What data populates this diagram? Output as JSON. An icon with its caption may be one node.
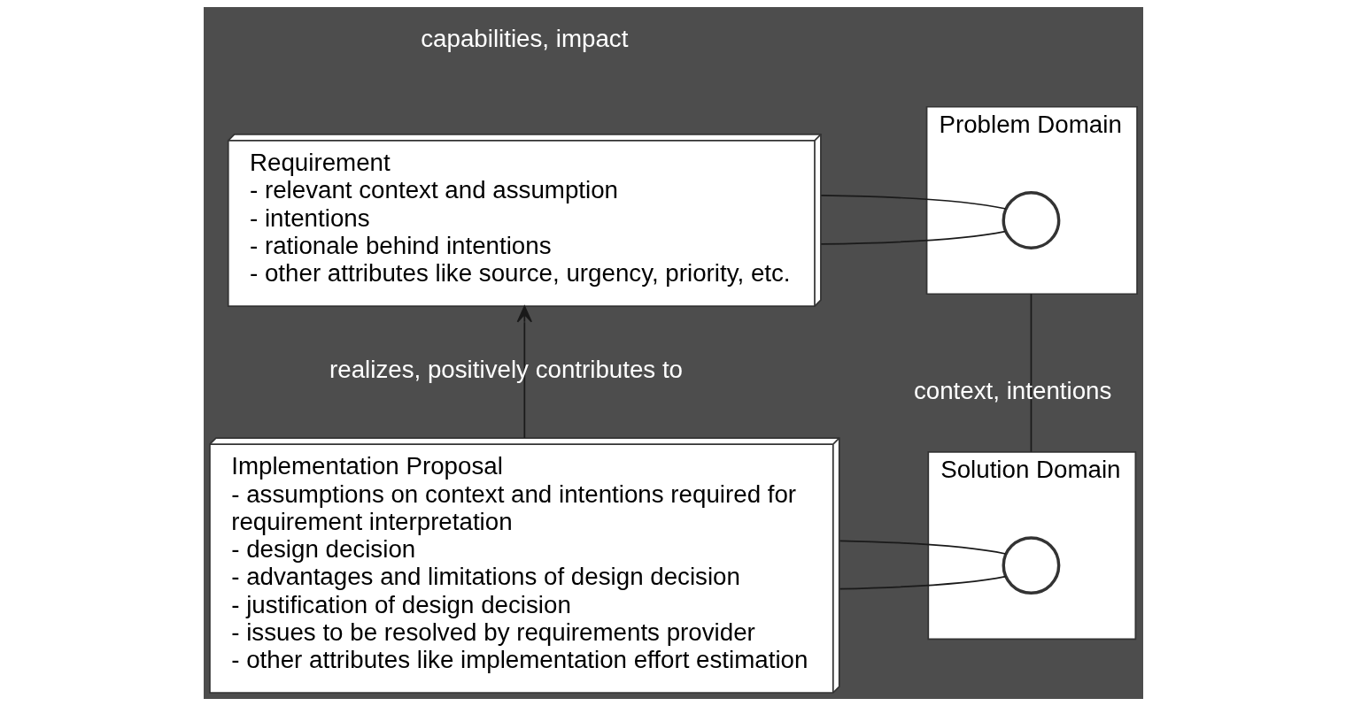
{
  "diagram": {
    "nodes": [
      {
        "text": [
          "Requirement",
          "- relevant context and assumption",
          "- intentions",
          "- rationale behind intentions",
          "- other attributes like source, urgency, priority, etc."
        ]
      },
      {
        "text": [
          "Problem Domain"
        ]
      },
      {
        "text": [],
        "shape": "circle",
        "in": 1
      },
      {
        "text": [
          "Implementation Proposal",
          "- assumptions on context and intentions required for requirement interpretation",
          "- design decision",
          "- advantages and limitations of design decision",
          "- justification of design decision",
          "- issues to be resolved by requirements provider",
          "- other attributes like implementation effort estimation"
        ]
      },
      {
        "text": [
          "Solution Domain"
        ]
      },
      {
        "text": [],
        "shape": "circle",
        "in": 4
      }
    ],
    "edges": [
      {
        "from": 0,
        "to": 2,
        "arrow": "none"
      },
      {
        "from": 0,
        "to": 2,
        "arrow": "none"
      },
      {
        "from": 3,
        "to": 0,
        "arrow": "to",
        "label": "realizes, positively contributes to"
      },
      {
        "from": 1,
        "to": 4,
        "arrow": "none",
        "label": "context, intentions"
      },
      {
        "from": 3,
        "to": 5,
        "arrow": "none"
      },
      {
        "from": 3,
        "to": 5,
        "arrow": "none"
      }
    ],
    "labels": [
      "capabilities, impact"
    ]
  }
}
